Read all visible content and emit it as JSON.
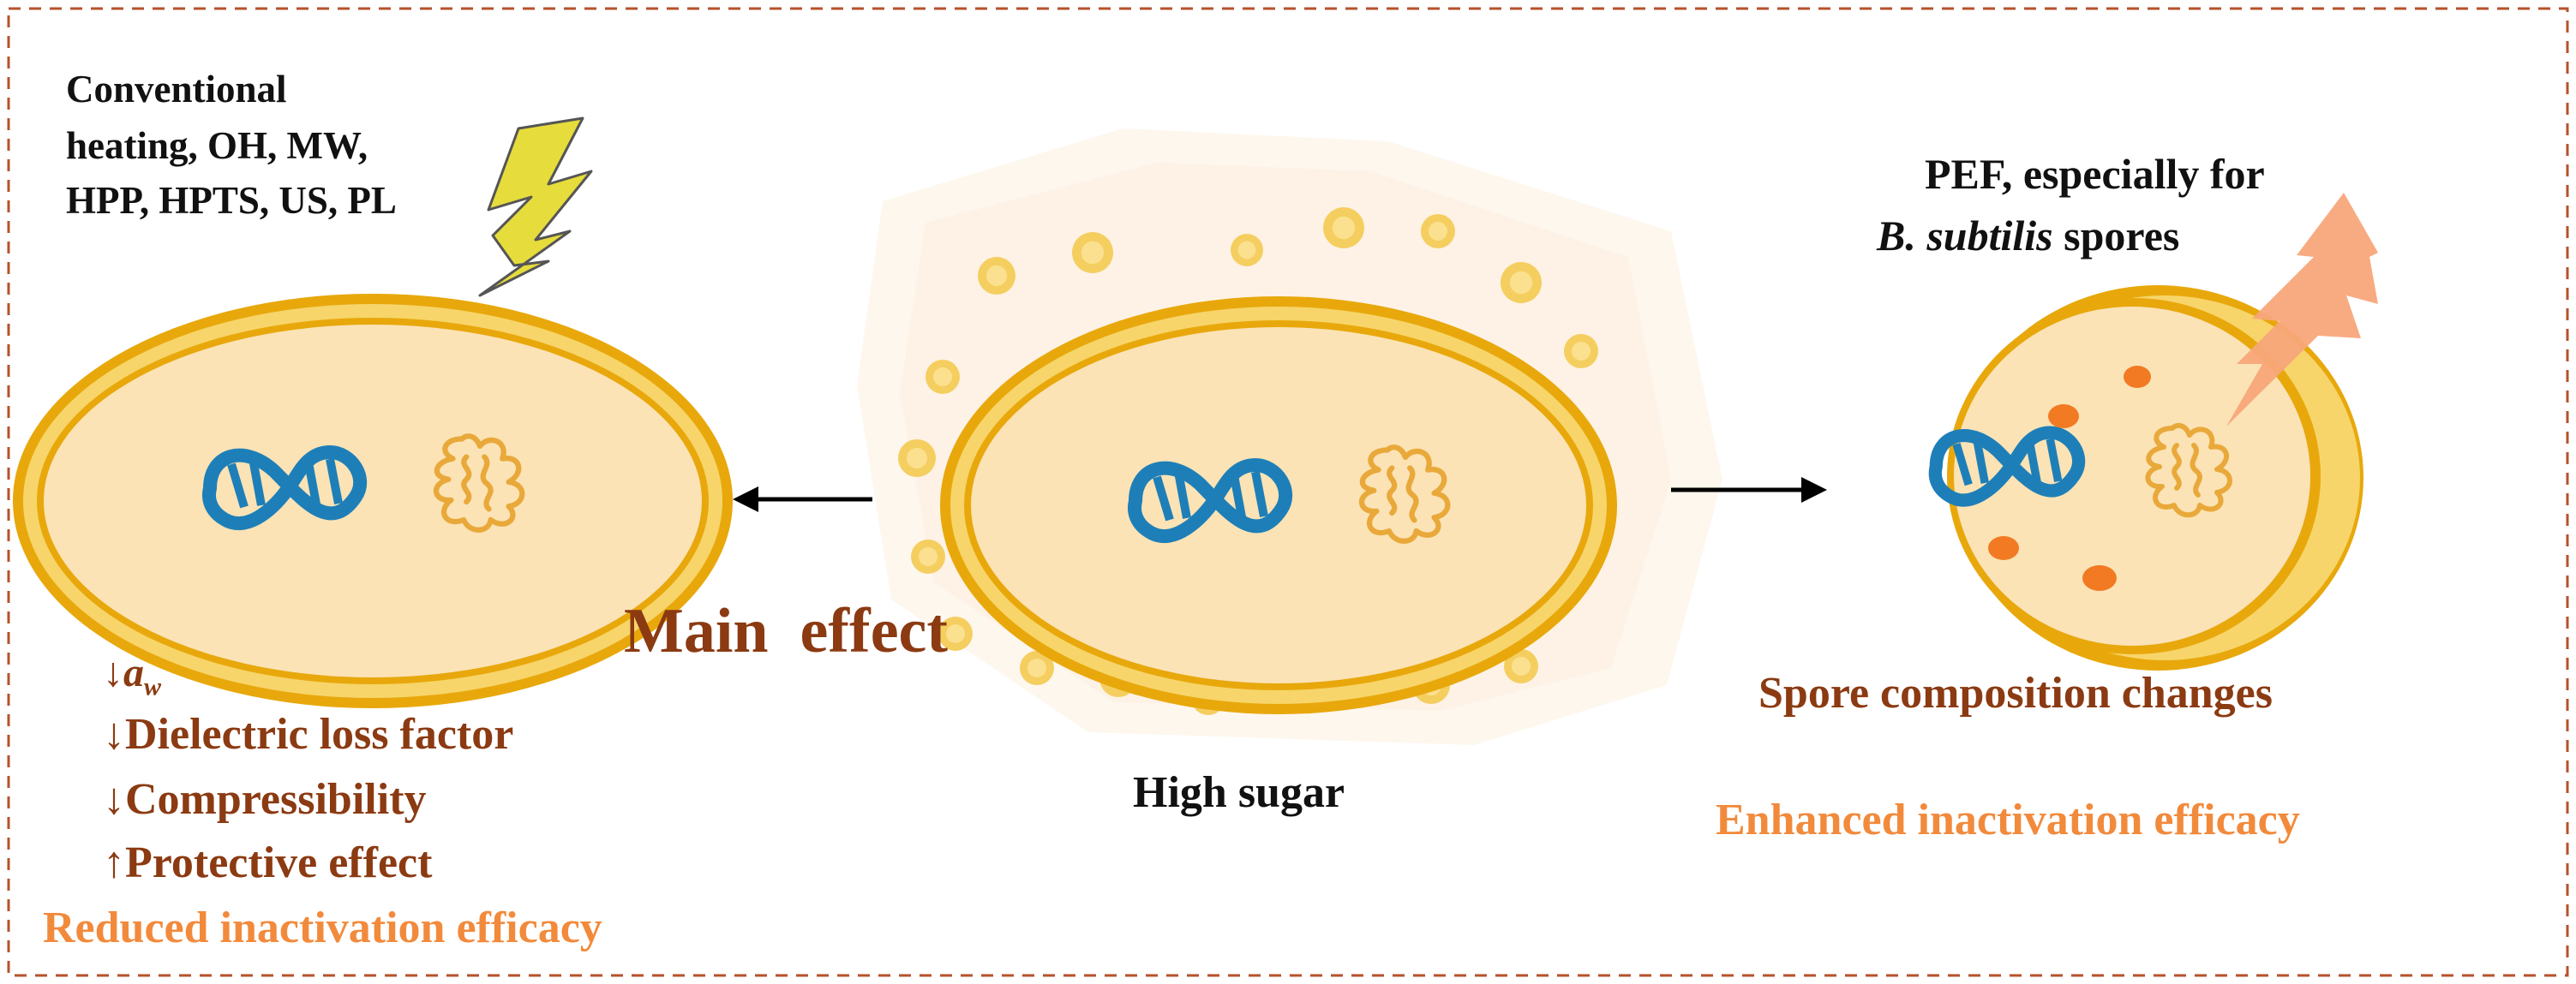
{
  "left_label": {
    "line1": "Conventional",
    "line2": "heating, OH, MW,",
    "line3": "HPP, HPTS, US, PL"
  },
  "left_effects": {
    "aw_arrow": "↓",
    "aw_a": "a",
    "aw_sub": "w",
    "dielectric": "↓Dielectric loss factor",
    "compressibility": "↓Compressibility",
    "protective": "↑Protective effect",
    "outcome": "Reduced inactivation efficacy"
  },
  "center": {
    "main_effect": "Main  effect",
    "label": "High sugar"
  },
  "right_label": {
    "line1": "PEF, especially for",
    "line2_italic": "B. subtilis",
    "line2_rest": " spores"
  },
  "right_effects": {
    "composition": "Spore composition changes",
    "outcome": "Enhanced inactivation efficacy"
  },
  "colors": {
    "frame": "#B5522B",
    "cell_wall": "#E8A80C",
    "cell_wall_light": "#F7D56A",
    "cytoplasm": "#FBE3B6",
    "dna": "#1E7FB8",
    "protein": "#E9A93A",
    "sugar": "#F5CE60",
    "lightning_yellow": "#E6DC3C",
    "lightning_orange": "#F8A77A",
    "orange_dot": "#F27A22",
    "text_brown": "#8B3A12",
    "text_orange": "#F28A3C"
  },
  "icons": [
    "lightning-bolt-icon",
    "pef-spark-icon",
    "dna-icon",
    "protein-coil-icon",
    "arrow-left-icon",
    "arrow-right-icon"
  ]
}
